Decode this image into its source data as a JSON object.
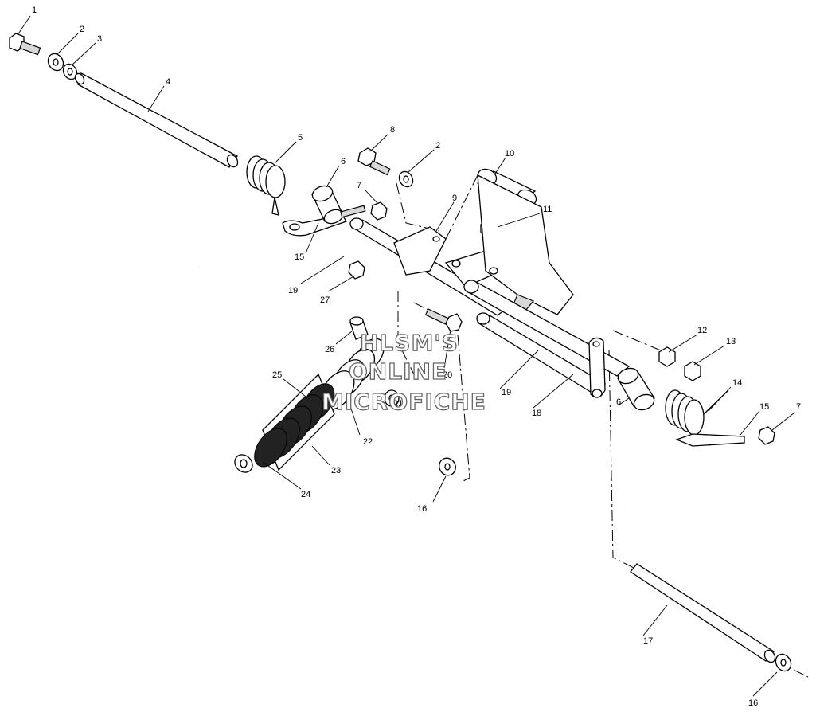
{
  "watermark": {
    "line1": "HLSM'S",
    "line2": "ONLINE",
    "line3": "MICROFICHE"
  },
  "callouts": [
    "1",
    "2",
    "3",
    "4",
    "5",
    "6",
    "7",
    "8",
    "2",
    "10",
    "11",
    "9",
    "15",
    "19",
    "27",
    "26",
    "25",
    "22",
    "23",
    "24",
    "20",
    "21",
    "12",
    "13",
    "14",
    "15",
    "7",
    "19",
    "18",
    "6",
    "16",
    "17",
    "16"
  ]
}
